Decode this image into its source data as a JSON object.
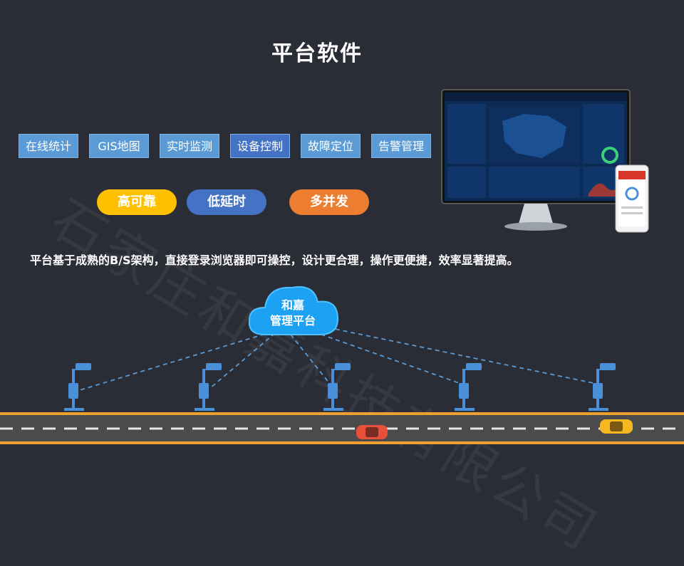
{
  "title": "平台软件",
  "watermark": "石家庄和嘉科技有限公司",
  "features": [
    {
      "label": "在线统计",
      "active": false
    },
    {
      "label": "GIS地图",
      "active": false
    },
    {
      "label": "实时监测",
      "active": false
    },
    {
      "label": "设备控制",
      "active": true
    },
    {
      "label": "故障定位",
      "active": false
    },
    {
      "label": "告警管理",
      "active": false
    }
  ],
  "pills": [
    {
      "label": "高可靠",
      "color": "#ffc000"
    },
    {
      "label": "低延时",
      "color": "#4472c4"
    },
    {
      "label": "多并发",
      "color": "#ed7d31"
    }
  ],
  "description": "平台基于成熟的B/S架构，直接登录浏览器即可操控，设计更合理，操作更便捷，效率显著提高。",
  "cloud": {
    "line1": "和嘉",
    "line2": "管理平台"
  },
  "device_count": 5,
  "colors": {
    "background": "#2b2d36",
    "feature_button": "#5b9bd5",
    "feature_button_active": "#4472c4",
    "road_edge": "#f0a030",
    "road": "#4a4a4a",
    "device": "#4a90d9",
    "car_red": "#e8503a",
    "car_yellow": "#f5b820"
  }
}
